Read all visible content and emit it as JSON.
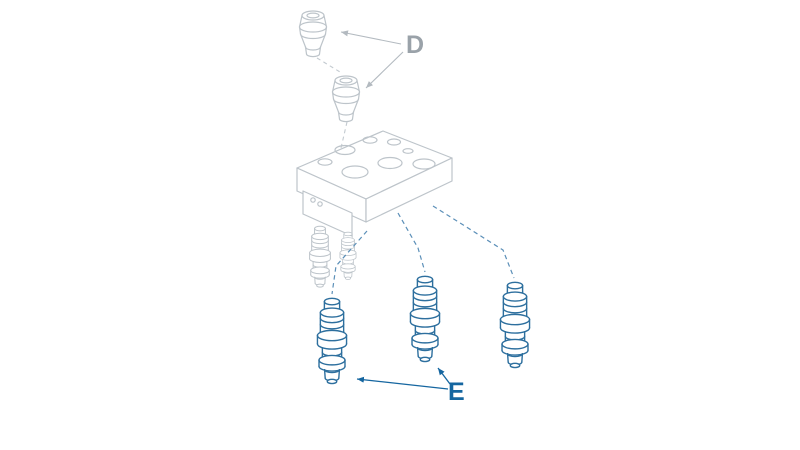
{
  "figure": {
    "background_color": "#ffffff",
    "labels": {
      "upper_group": "D",
      "lower_group": "E"
    },
    "colors": {
      "gray_part": "#bdc4ca",
      "gray_label": "#9aa2a9",
      "gray_leader": "#b3bac0",
      "blue_part": "#2d6f9e",
      "blue_label": "#1566a0",
      "blue_leader": "#5b8fb8"
    },
    "groups": [
      {
        "label": "D",
        "part_count": 2,
        "style": "gray-outline"
      },
      {
        "label": "E",
        "part_count": 3,
        "style": "blue-outline"
      }
    ]
  }
}
